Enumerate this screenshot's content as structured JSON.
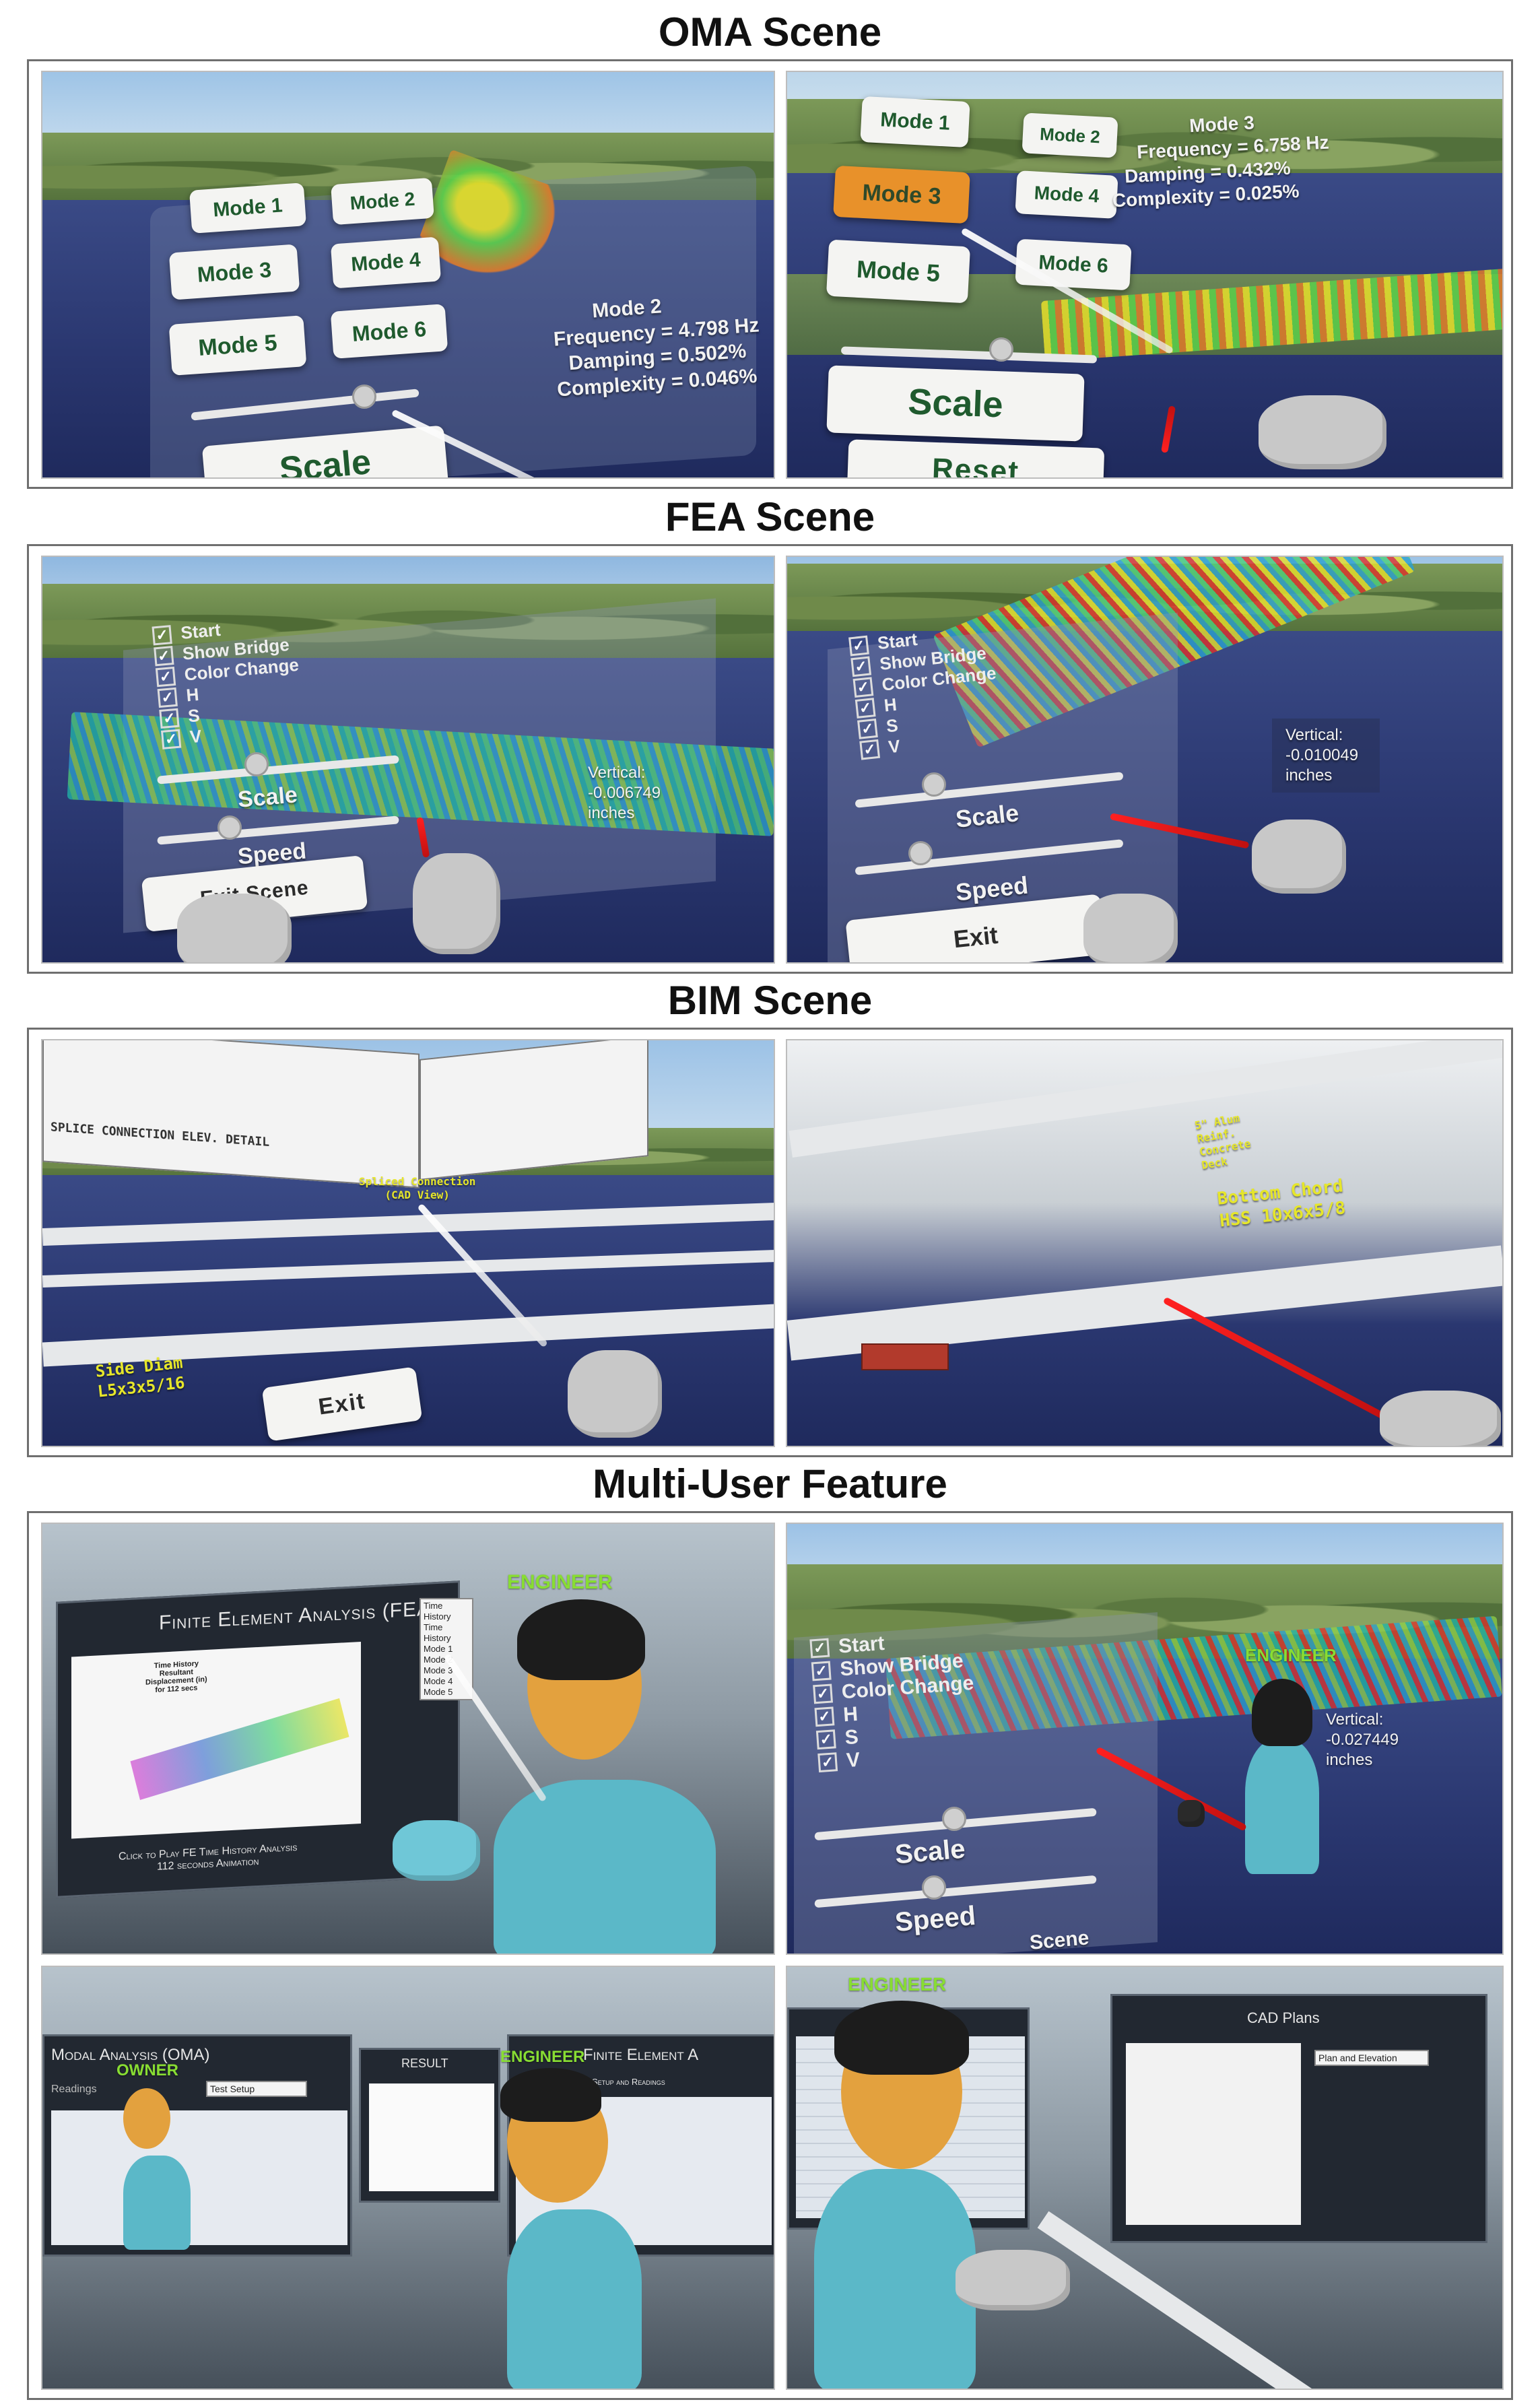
{
  "sections": {
    "oma_title": "OMA Scene",
    "fea_title": "FEA Scene",
    "bim_title": "BIM Scene",
    "multi_title": "Multi-User Feature"
  },
  "oma": {
    "left": {
      "buttons": [
        "Mode 1",
        "Mode 2",
        "Mode 3",
        "Mode 4",
        "Mode 5",
        "Mode 6"
      ],
      "scale_label": "Scale",
      "info": [
        "Mode 2",
        "Frequency = 4.798 Hz",
        "Damping = 0.502%",
        "Complexity = 0.046%"
      ]
    },
    "right": {
      "buttons": [
        "Mode 1",
        "Mode 2",
        "Mode 3",
        "Mode 4",
        "Mode 5",
        "Mode 6"
      ],
      "active_button": "Mode 3",
      "scale_label": "Scale",
      "reset_label": "Reset",
      "info": [
        "Mode 3",
        "Frequency = 6.758 Hz",
        "Damping = 0.432%",
        "Complexity = 0.025%"
      ]
    }
  },
  "fea": {
    "left": {
      "checkboxes": [
        "Start",
        "Show Bridge",
        "Color Change",
        "H",
        "S",
        "V"
      ],
      "scale_label": "Scale",
      "speed_label": "Speed",
      "exit_label": "Exit Scene",
      "readout": [
        "Vertical:",
        "-0.006749",
        "inches"
      ]
    },
    "right": {
      "checkboxes": [
        "Start",
        "Show Bridge",
        "Color Change",
        "H",
        "S",
        "V"
      ],
      "scale_label": "Scale",
      "speed_label": "Speed",
      "exit_label": "Exit",
      "readout": [
        "Vertical:",
        "-0.010049",
        "inches"
      ]
    }
  },
  "bim": {
    "left": {
      "cad_caption": "SPLICE CONNECTION ELEV. DETAIL",
      "splice_label": [
        "Spliced Connection",
        "(CAD View)"
      ],
      "member_label": [
        "Side Diam",
        "L5x3x5/16"
      ],
      "exit_label": "Exit"
    },
    "right": {
      "deck_label": [
        "5\" Alum",
        "Reinf.",
        "Concrete",
        "Deck"
      ],
      "chord_label": [
        "Bottom Chord",
        "HSS 10x6x5/8"
      ]
    }
  },
  "multi": {
    "tl": {
      "role": "ENGINEER",
      "panel_title": "Finite Element Analysis (FEA)",
      "dropdown": [
        "Time History",
        "Time History",
        "Mode 1",
        "Mode 2",
        "Mode 3",
        "Mode 4",
        "Mode 5"
      ],
      "plot_title": [
        "Time History",
        "Resultant",
        "Displacement (in)",
        "for 112 secs"
      ],
      "caption": [
        "Click to Play FE Time History Analysis",
        "112 seconds Animation"
      ]
    },
    "tr": {
      "role": "ENGINEER",
      "checkboxes": [
        "Start",
        "Show Bridge",
        "Color Change",
        "H",
        "S",
        "V"
      ],
      "scale_label": "Scale",
      "speed_label": "Speed",
      "exit_label": "Scene",
      "readout": [
        "Vertical:",
        "-0.027449",
        "inches"
      ]
    },
    "bl": {
      "owner_role": "OWNER",
      "engineer_role": "ENGINEER",
      "oma_panel": "Modal Analysis (OMA)",
      "oma_dropdown": "Test Setup",
      "result_panel": "RESULT",
      "fea_panel": "Finite Element A",
      "fea_sub": "Vibration Test Setup and Readings",
      "readings_label": "Readings"
    },
    "br": {
      "role": "ENGINEER",
      "cad_panel": "CAD Plans",
      "cad_dropdown": "Plan and Elevation"
    }
  },
  "colors": {
    "button_text": "#1f5a2e",
    "active_button": "#e8912a",
    "ray_red": "#ff2020",
    "role_green": "#88dd33",
    "avatar_body": "#5bb8c8"
  }
}
